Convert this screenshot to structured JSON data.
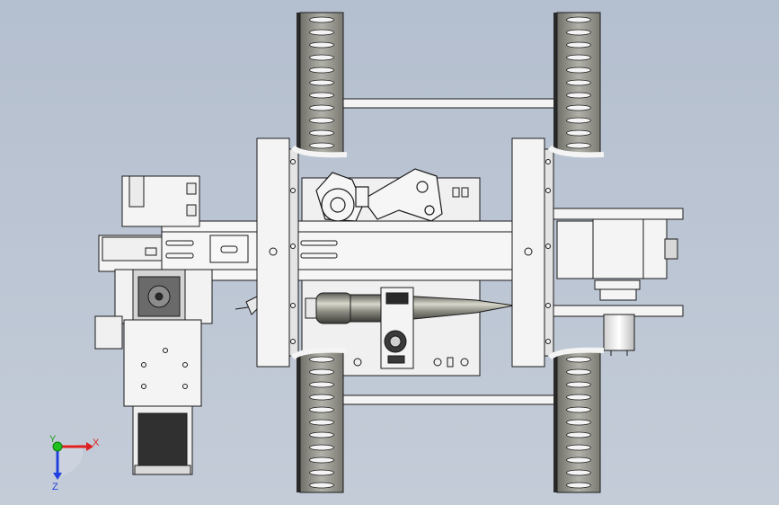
{
  "viewport": {
    "background_top": "#b4bfcf",
    "background_bottom": "#c4ccd8"
  },
  "model": {
    "part_fill": "#f2f2f2",
    "edge_color": "#1a1a1a",
    "track_color": "#a8a8a0",
    "track_dark": "#6e6e68",
    "shadow_color": "#2a2a2a",
    "motor_dark": "#3a3a3a"
  },
  "triad": {
    "x_label": "X",
    "y_label": "Y",
    "z_label": "Z",
    "x_color": "#e02020",
    "y_color": "#20c020",
    "z_color": "#2040e0"
  }
}
